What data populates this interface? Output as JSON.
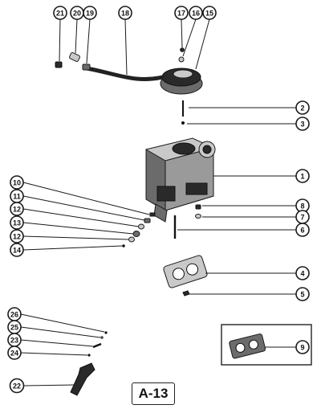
{
  "figure": {
    "label": "A-13"
  },
  "callouts": [
    {
      "id": "21",
      "label": "21"
    },
    {
      "id": "20",
      "label": "20"
    },
    {
      "id": "19",
      "label": "19"
    },
    {
      "id": "18",
      "label": "18"
    },
    {
      "id": "17",
      "label": "17"
    },
    {
      "id": "16",
      "label": "16"
    },
    {
      "id": "15",
      "label": "15"
    },
    {
      "id": "2",
      "label": "2"
    },
    {
      "id": "3",
      "label": "3"
    },
    {
      "id": "1",
      "label": "1"
    },
    {
      "id": "10",
      "label": "10"
    },
    {
      "id": "11",
      "label": "11"
    },
    {
      "id": "12a",
      "label": "12"
    },
    {
      "id": "13",
      "label": "13"
    },
    {
      "id": "12b",
      "label": "12"
    },
    {
      "id": "14",
      "label": "14"
    },
    {
      "id": "8",
      "label": "8"
    },
    {
      "id": "7",
      "label": "7"
    },
    {
      "id": "6",
      "label": "6"
    },
    {
      "id": "4",
      "label": "4"
    },
    {
      "id": "5",
      "label": "5"
    },
    {
      "id": "26",
      "label": "26"
    },
    {
      "id": "25",
      "label": "25"
    },
    {
      "id": "23",
      "label": "23"
    },
    {
      "id": "24",
      "label": "24"
    },
    {
      "id": "22",
      "label": "22"
    },
    {
      "id": "9",
      "label": "9"
    }
  ]
}
